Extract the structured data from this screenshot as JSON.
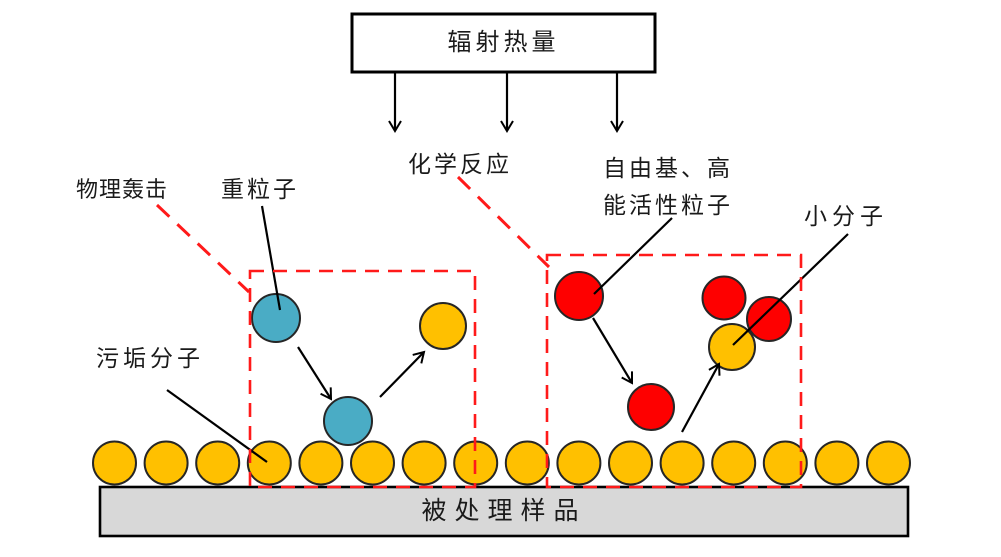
{
  "diagram": {
    "radiation_box_label": "辐射热量",
    "labels": {
      "physical_bombardment": "物理轰击",
      "heavy_particle": "重粒子",
      "chemical_reaction": "化学反应",
      "free_radical_line1": "自由基、高",
      "free_radical_line2": "能活性粒子",
      "small_molecule": "小分子",
      "dirt_molecule": "污垢分子",
      "sample": "被处理样品"
    },
    "surface": {
      "molecule_count": 16
    }
  },
  "colors": {
    "particle_yellow": "#FFC000",
    "particle_blue": "#4AACC5",
    "particle_red": "#FE0000",
    "dashed_red": "#FF1A1A",
    "sample_gray": "#D8D8D8",
    "stroke_dark": "#262626"
  }
}
